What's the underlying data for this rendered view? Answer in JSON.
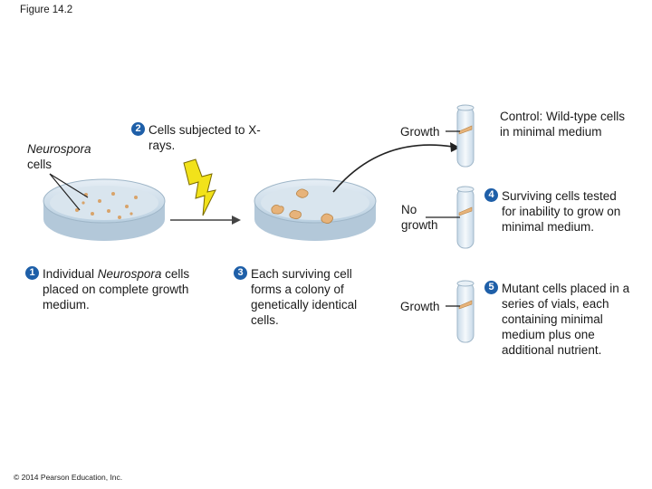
{
  "figure_label": "Figure 14.2",
  "copyright": "© 2014 Pearson Education, Inc.",
  "organism_label": "Neurospora",
  "organism_label_suffix": "cells",
  "step1": {
    "num": "1",
    "italic": "Neurospora",
    "pre": "Individual ",
    "post": "cells placed on complete growth medium."
  },
  "step2": {
    "num": "2",
    "text": "Cells subjected to X-rays."
  },
  "step3": {
    "num": "3",
    "text": "Each surviving cell forms a colony of genetically identical cells."
  },
  "step4": {
    "num": "4",
    "text": "Surviving cells tested for inability to grow on minimal medium."
  },
  "step5": {
    "num": "5",
    "text": "Mutant cells placed in a series of vials, each containing minimal medium plus one additional nutrient."
  },
  "control": "Control: Wild-type cells in minimal medium",
  "vial_labels": {
    "top": "Growth",
    "middle": "No growth",
    "bottom": "Growth"
  },
  "colors": {
    "step_badge": "#1e5fa8",
    "dish": "#c9dcea",
    "xray": "#f2e21a",
    "colony": "#e7b37a"
  }
}
